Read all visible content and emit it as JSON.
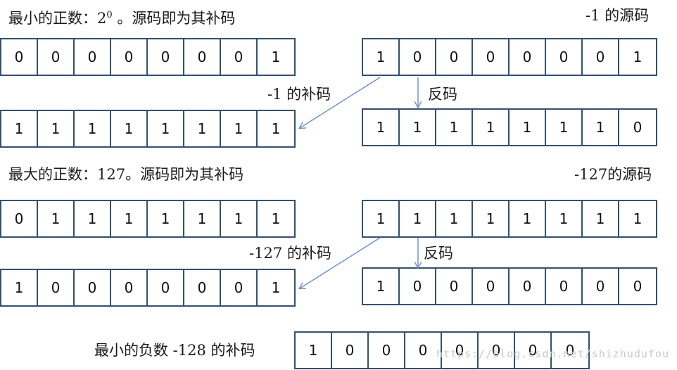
{
  "sec1": {
    "heading_pre": "最小的正数：2",
    "heading_sup": "0",
    "heading_post": " 。源码即为其补码",
    "neg_title": "-1  的源码",
    "comp_label": "-1  的补码",
    "inv_label": "反码",
    "pos_bits": [
      "0",
      "0",
      "0",
      "0",
      "0",
      "0",
      "0",
      "1"
    ],
    "neg_bits": [
      "1",
      "0",
      "0",
      "0",
      "0",
      "0",
      "0",
      "1"
    ],
    "comp_bits": [
      "1",
      "1",
      "1",
      "1",
      "1",
      "1",
      "1",
      "1"
    ],
    "inv_bits": [
      "1",
      "1",
      "1",
      "1",
      "1",
      "1",
      "1",
      "0"
    ]
  },
  "sec2": {
    "heading": "最大的正数：127。源码即为其补码",
    "neg_title": "-127的源码",
    "comp_label": "-127  的补码",
    "inv_label": "反码",
    "pos_bits": [
      "0",
      "1",
      "1",
      "1",
      "1",
      "1",
      "1",
      "1"
    ],
    "neg_bits": [
      "1",
      "1",
      "1",
      "1",
      "1",
      "1",
      "1",
      "1"
    ],
    "comp_bits": [
      "1",
      "0",
      "0",
      "0",
      "0",
      "0",
      "0",
      "1"
    ],
    "inv_bits": [
      "1",
      "0",
      "0",
      "0",
      "0",
      "0",
      "0",
      "0"
    ]
  },
  "sec3": {
    "label": "最小的负数 -128 的补码",
    "bits": [
      "1",
      "0",
      "0",
      "0",
      "0",
      "0",
      "0",
      "0"
    ]
  },
  "watermark": "https://blog.csdn.net/shizhudufou",
  "colors": {
    "box_border": "#34506f",
    "arrow": "#6a8fc4"
  }
}
